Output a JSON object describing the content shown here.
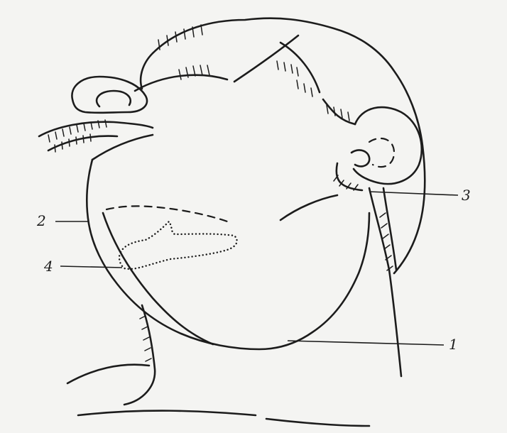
{
  "figure": {
    "labels": [
      {
        "id": "1",
        "text": "1"
      },
      {
        "id": "2",
        "text": "2"
      },
      {
        "id": "3",
        "text": "3"
      },
      {
        "id": "4",
        "text": "4"
      }
    ]
  }
}
